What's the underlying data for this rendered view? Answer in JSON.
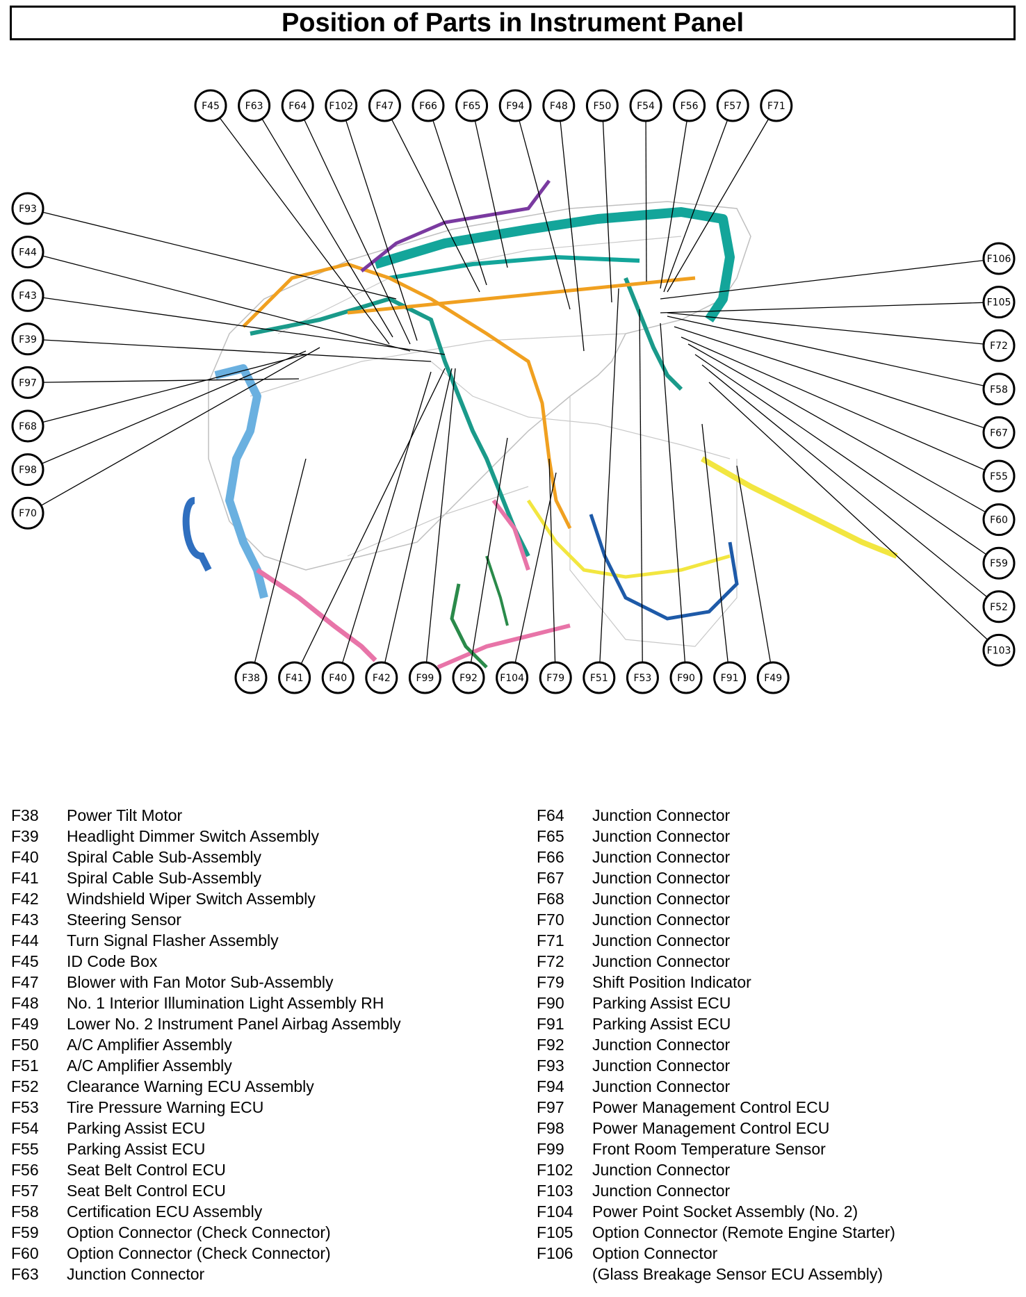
{
  "title": "Position of Parts in Instrument Panel",
  "callouts": {
    "top": [
      "F45",
      "F63",
      "F64",
      "F102",
      "F47",
      "F66",
      "F65",
      "F94",
      "F48",
      "F50",
      "F54",
      "F56",
      "F57",
      "F71"
    ],
    "left": [
      "F93",
      "F44",
      "F43",
      "F39",
      "F97",
      "F68",
      "F98",
      "F70"
    ],
    "right": [
      "F106",
      "F105",
      "F72",
      "F58",
      "F67",
      "F55",
      "F60",
      "F59",
      "F52",
      "F103"
    ],
    "bottom": [
      "F38",
      "F41",
      "F40",
      "F42",
      "F99",
      "F92",
      "F104",
      "F79",
      "F51",
      "F53",
      "F90",
      "F91",
      "F49"
    ]
  },
  "legend_left": [
    {
      "code": "F38",
      "name": "Power Tilt Motor"
    },
    {
      "code": "F39",
      "name": "Headlight Dimmer Switch Assembly"
    },
    {
      "code": "F40",
      "name": "Spiral Cable Sub-Assembly"
    },
    {
      "code": "F41",
      "name": "Spiral Cable Sub-Assembly"
    },
    {
      "code": "F42",
      "name": "Windshield Wiper Switch Assembly"
    },
    {
      "code": "F43",
      "name": "Steering Sensor"
    },
    {
      "code": "F44",
      "name": "Turn Signal Flasher Assembly"
    },
    {
      "code": "F45",
      "name": "ID Code Box"
    },
    {
      "code": "F47",
      "name": "Blower with Fan Motor Sub-Assembly"
    },
    {
      "code": "F48",
      "name": "No. 1 Interior Illumination Light Assembly RH"
    },
    {
      "code": "F49",
      "name": "Lower No. 2 Instrument Panel Airbag Assembly"
    },
    {
      "code": "F50",
      "name": "A/C Amplifier Assembly"
    },
    {
      "code": "F51",
      "name": "A/C Amplifier Assembly"
    },
    {
      "code": "F52",
      "name": "Clearance Warning ECU Assembly"
    },
    {
      "code": "F53",
      "name": "Tire Pressure Warning ECU"
    },
    {
      "code": "F54",
      "name": "Parking Assist ECU"
    },
    {
      "code": "F55",
      "name": "Parking Assist ECU"
    },
    {
      "code": "F56",
      "name": "Seat Belt Control ECU"
    },
    {
      "code": "F57",
      "name": "Seat Belt Control ECU"
    },
    {
      "code": "F58",
      "name": "Certification ECU Assembly"
    },
    {
      "code": "F59",
      "name": "Option Connector (Check Connector)"
    },
    {
      "code": "F60",
      "name": "Option Connector (Check Connector)"
    },
    {
      "code": "F63",
      "name": "Junction Connector"
    }
  ],
  "legend_right": [
    {
      "code": "F64",
      "name": "Junction Connector"
    },
    {
      "code": "F65",
      "name": "Junction Connector"
    },
    {
      "code": "F66",
      "name": "Junction Connector"
    },
    {
      "code": "F67",
      "name": "Junction Connector"
    },
    {
      "code": "F68",
      "name": "Junction Connector"
    },
    {
      "code": "F70",
      "name": "Junction Connector"
    },
    {
      "code": "F71",
      "name": "Junction Connector"
    },
    {
      "code": "F72",
      "name": "Junction Connector"
    },
    {
      "code": "F79",
      "name": "Shift Position Indicator"
    },
    {
      "code": "F90",
      "name": "Parking Assist ECU"
    },
    {
      "code": "F91",
      "name": "Parking Assist ECU"
    },
    {
      "code": "F92",
      "name": "Junction Connector"
    },
    {
      "code": "F93",
      "name": "Junction Connector"
    },
    {
      "code": "F94",
      "name": "Junction Connector"
    },
    {
      "code": "F97",
      "name": "Power Management Control ECU"
    },
    {
      "code": "F98",
      "name": "Power Management Control ECU"
    },
    {
      "code": "F99",
      "name": "Front Room Temperature Sensor"
    },
    {
      "code": "F102",
      "name": "Junction Connector"
    },
    {
      "code": "F103",
      "name": "Junction Connector"
    },
    {
      "code": "F104",
      "name": "Power Point Socket Assembly (No. 2)"
    },
    {
      "code": "F105",
      "name": "Option Connector (Remote Engine Starter)"
    },
    {
      "code": "F106",
      "name": "Option Connector"
    },
    {
      "code": "",
      "name": "(Glass Breakage Sensor ECU Assembly)"
    }
  ]
}
